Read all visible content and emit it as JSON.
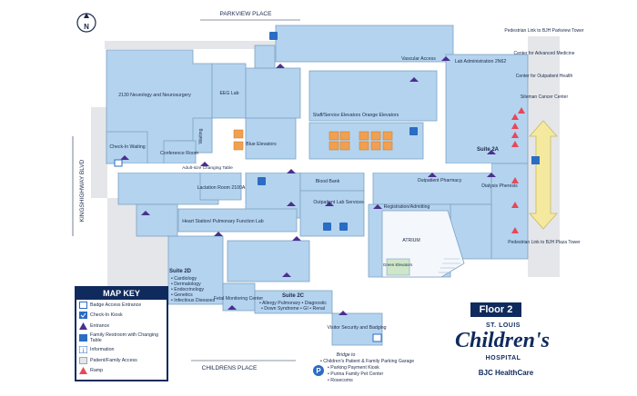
{
  "streets": {
    "north": "PARKVIEW PLACE",
    "south": "CHILDRENS PLACE",
    "west": "KINGSHIGHWAY BLVD"
  },
  "compass": "N",
  "floor_label": "Floor 2",
  "rooms": {
    "neurology": "2130 Neurology and Neurosurgery",
    "eeg": "EEG Lab",
    "waiting": "Waiting",
    "conference": "Conference Room",
    "checkin": "Check-In Waiting",
    "blue_elevators": "Blue Elevators",
    "adult_table": "Adult-size Changing Table",
    "lactation": "Lactation Room 2100A",
    "heart": "Heart Station/ Pulmonary Function Lab",
    "vascular": "Vascular Access",
    "lab_admin": "Lab Administration 2N62",
    "staff_elevators": "Staff/Service Elevators",
    "orange_elevators": "Orange Elevators",
    "suite2a": "Suite 2A",
    "blood_bank": "Blood Bank",
    "outpatient_lab": "Outpatient Lab Services",
    "outpatient_pharmacy": "Outpatient Pharmacy",
    "dialysis": "Dialysis Pheresis",
    "registration": "Registration/Admitting",
    "atrium": "ATRIUM",
    "green_elevators": "Green Elevators",
    "suite2d": "Suite 2D",
    "suite2d_list": [
      "• Cardiology",
      "• Dermatology",
      "• Endocrinology",
      "• Genetics",
      "• Infectious Diseases"
    ],
    "fetal": "Fetal Monitoring Center",
    "suite2c": "Suite 2C",
    "suite2c_list1": "• Allergy Pulmonary  • Diagnostic",
    "suite2c_list2": "• Down Syndrome    • GI   • Renal",
    "visitor": "Visitor Security and Badging"
  },
  "bridge": {
    "title": "Bridge to",
    "items": [
      "• Children's Patient & Family Parking Garage",
      "• Parking Payment Kiosk",
      "• Purina Family Pet Center",
      "• Rosecoms"
    ]
  },
  "side_labels": {
    "top": "Pedestrian Link to BJH Parkview Tower",
    "center1": "Center for Advanced Medicine",
    "center2": "Center for Outpatient Health",
    "siteman": "Siteman Cancer Center",
    "bottom": "Pedestrian Link to BJH Plaza Tower"
  },
  "map_key": {
    "title": "MAP KEY",
    "items": [
      {
        "label": "Badge Access Entrance",
        "icon": "badge-access-icon"
      },
      {
        "label": "Check-In Kiosk",
        "icon": "checkin-kiosk-icon"
      },
      {
        "label": "Entrance",
        "icon": "entrance-triangle-icon"
      },
      {
        "label": "Family Restroom with Changing Table",
        "icon": "family-restroom-icon"
      },
      {
        "label": "Information",
        "icon": "information-icon"
      },
      {
        "label": "Patient/Family Access",
        "icon": "patient-access-icon"
      },
      {
        "label": "Ramp",
        "icon": "ramp-icon"
      }
    ]
  },
  "brand": {
    "line1": "ST. LOUIS",
    "main": "Children's",
    "line2": "HOSPITAL",
    "bjc": "BJC HealthCare"
  },
  "colors": {
    "room": "#b4d3ee",
    "room_stroke": "#7ea2c4",
    "navy": "#0f2a5c",
    "entrance": "#4b2f8f",
    "elevator": "#f0a050",
    "ramp": "#e8475a",
    "corridor": "#ffffff",
    "outside": "#e4e6e9",
    "link_arrow": "#f5e9a0"
  }
}
